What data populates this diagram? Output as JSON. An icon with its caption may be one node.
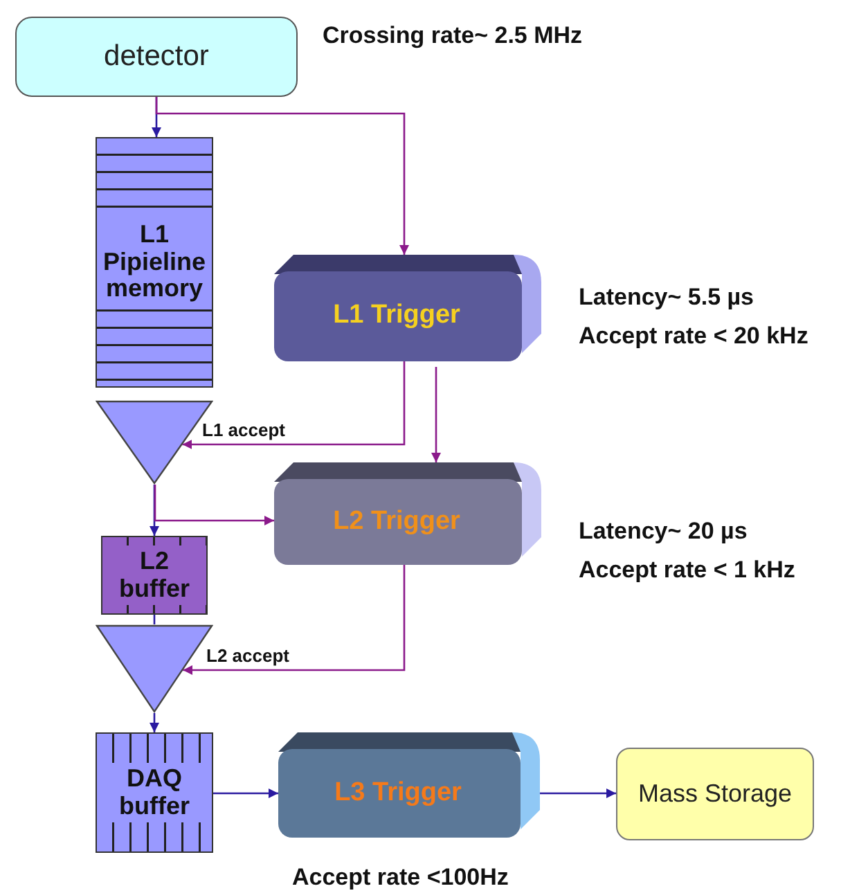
{
  "diagram": {
    "nodes": [
      {
        "text": [
          "detector"
        ],
        "beside": [
          "Crossing rate~  2.5 MHz"
        ]
      },
      {
        "text": [
          "L1 Pipieline memory"
        ]
      },
      {
        "text": [],
        "shape": "triangle"
      },
      {
        "text": [
          "L1 Trigger"
        ],
        "beside": [
          "Latency~ 5.5 µs",
          "Accept rate < 20 kHz"
        ]
      },
      {
        "text": [
          "L2 buffer"
        ]
      },
      {
        "text": [],
        "shape": "triangle"
      },
      {
        "text": [
          "L2 Trigger"
        ],
        "beside": [
          "Latency~ 20 µs",
          "Accept rate < 1 kHz"
        ]
      },
      {
        "text": [
          "DAQ buffer"
        ]
      },
      {
        "text": [
          "L3 Trigger"
        ],
        "beside": [
          "Accept rate <100Hz"
        ]
      },
      {
        "text": [
          "Mass Storage"
        ]
      }
    ],
    "edges": [
      {
        "from": 0,
        "to": 1,
        "arrow": "to"
      },
      {
        "from": 0,
        "to": 3,
        "arrow": "to",
        "color": "#8b1a8b"
      },
      {
        "from": 3,
        "to": 2,
        "arrow": "to",
        "label": "L1 accept",
        "color": "#8b1a8b"
      },
      {
        "from": 3,
        "to": 6,
        "arrow": "to",
        "color": "#8b1a8b"
      },
      {
        "from": 2,
        "to": 4,
        "arrow": "to"
      },
      {
        "from": 2,
        "to": 6,
        "arrow": "to",
        "color": "#8b1a8b"
      },
      {
        "from": 4,
        "to": 5,
        "arrow": "none"
      },
      {
        "from": 6,
        "to": 5,
        "arrow": "to",
        "label": "L2 accept",
        "color": "#8b1a8b"
      },
      {
        "from": 5,
        "to": 7,
        "arrow": "to"
      },
      {
        "from": 7,
        "to": 8,
        "arrow": "to"
      },
      {
        "from": 8,
        "to": 9,
        "arrow": "to"
      }
    ]
  }
}
